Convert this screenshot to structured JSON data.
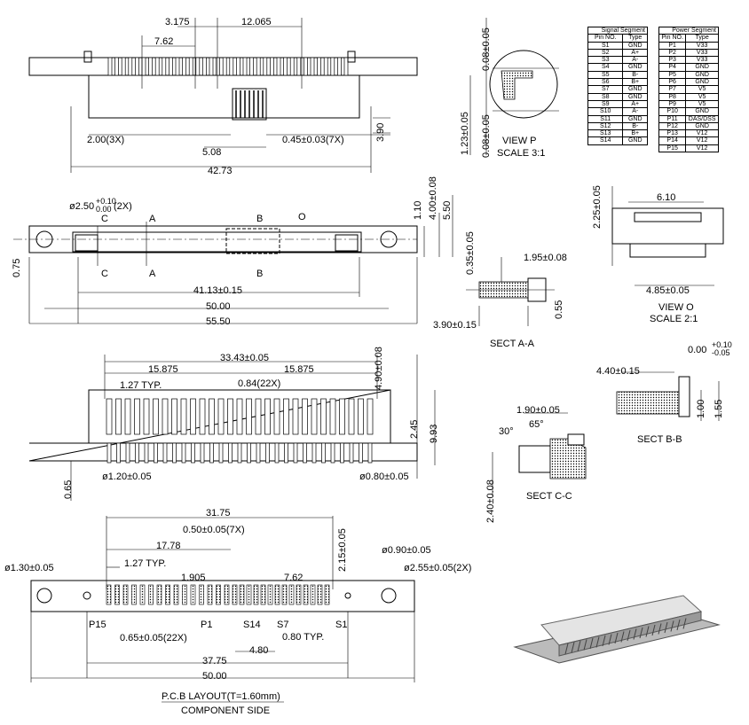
{
  "labels": {
    "top_3175": "3.175",
    "top_12065": "12.065",
    "top_762": "7.62",
    "top_200_3x": "2.00(3X)",
    "top_508": "5.08",
    "top_045": "0.45±0.03(7X)",
    "top_390": "3.90",
    "top_4273": "42.73",
    "vp_008a": "0.08±0.05",
    "vp_123": "1.23±0.05",
    "vp_008b": "0.08±0.05",
    "vp_title": "VIEW P",
    "vp_scale": "SCALE 3:1",
    "fr_hole": "ø2.50",
    "fr_hole_tol_up": "+0.10",
    "fr_hole_tol_dn": "0.00",
    "fr_hole_qty": "(2X)",
    "fr_c1": "C",
    "fr_a1": "A",
    "fr_b1": "B",
    "fr_o": "O",
    "fr_c2": "C",
    "fr_a2": "A",
    "fr_b2": "B",
    "fr_110": "1.10",
    "fr_400": "4.00±0.08",
    "fr_550": "5.50",
    "fr_075": "0.75",
    "fr_4113": "41.13±0.15",
    "fr_5000": "50.00",
    "fr_5550": "55.50",
    "vo_225": "2.25±0.05",
    "vo_610": "6.10",
    "vo_485": "4.85±0.05",
    "vo_title": "VIEW O",
    "vo_scale": "SCALE 2:1",
    "sa_035": "0.35±0.05",
    "sa_195": "1.95±0.08",
    "sa_055": "0.55",
    "sa_390": "3.90±0.15",
    "sa_title": "SECT A-A",
    "bv_3343": "33.43±0.05",
    "bv_15875a": "15.875",
    "bv_15875b": "15.875",
    "bv_127": "1.27 TYP.",
    "bv_084": "0.84(22X)",
    "bv_490": "4.90±0.08",
    "bv_245": "2.45",
    "bv_993": "9.93",
    "bv_065": "0.65",
    "bv_120": "ø1.20±0.05",
    "bv_080": "ø0.80±0.05",
    "sb_000": "0.00",
    "sb_tol_up": "+0.10",
    "sb_tol_dn": "-0.05",
    "sb_440": "4.40±0.15",
    "sb_100": "1.00",
    "sb_155": "1.55",
    "sb_title": "SECT B-B",
    "sc_190": "1.90±0.05",
    "sc_30": "30°",
    "sc_65": "65°",
    "sc_240": "2.40±0.08",
    "sc_title": "SECT C-C",
    "pcb_3175": "31.75",
    "pcb_050": "0.50±0.05(7X)",
    "pcb_1778": "17.78",
    "pcb_127": "1.27 TYP.",
    "pcb_1905": "1.905",
    "pcb_762": "7.62",
    "pcb_215": "2.15±0.05",
    "pcb_090": "ø0.90±0.05",
    "pcb_130": "ø1.30±0.05",
    "pcb_255": "ø2.55±0.05(2X)",
    "pcb_p15": "P15",
    "pcb_p1": "P1",
    "pcb_s14": "S14",
    "pcb_s7": "S7",
    "pcb_s1": "S1",
    "pcb_065": "0.65±0.05(22X)",
    "pcb_080": "0.80 TYP.",
    "pcb_480": "4.80",
    "pcb_3775": "37.75",
    "pcb_5000": "50.00",
    "pcb_title": "P.C.B LAYOUT(T=1.60mm)",
    "pcb_sub": "COMPONENT SIDE"
  },
  "signal_table": {
    "title": "Signal Segment",
    "headers": [
      "Pin NO.",
      "Type"
    ],
    "rows": [
      [
        "S1",
        "GND"
      ],
      [
        "S2",
        "A+"
      ],
      [
        "S3",
        "A-"
      ],
      [
        "S4",
        "GND"
      ],
      [
        "S5",
        "B-"
      ],
      [
        "S6",
        "B+"
      ],
      [
        "S7",
        "GND"
      ],
      [
        "S8",
        "GND"
      ],
      [
        "S9",
        "A+"
      ],
      [
        "S10",
        "A-"
      ],
      [
        "S11",
        "GND"
      ],
      [
        "S12",
        "B-"
      ],
      [
        "S13",
        "B+"
      ],
      [
        "S14",
        "GND"
      ]
    ]
  },
  "power_table": {
    "title": "Power Segment",
    "headers": [
      "Pin NO.",
      "Type"
    ],
    "rows": [
      [
        "P1",
        "V33"
      ],
      [
        "P2",
        "V33"
      ],
      [
        "P3",
        "V33"
      ],
      [
        "P4",
        "GND"
      ],
      [
        "P5",
        "GND"
      ],
      [
        "P6",
        "GND"
      ],
      [
        "P7",
        "V5"
      ],
      [
        "P8",
        "V5"
      ],
      [
        "P9",
        "V5"
      ],
      [
        "P10",
        "GND"
      ],
      [
        "P11",
        "DAS/DSS"
      ],
      [
        "P12",
        "GND"
      ],
      [
        "P13",
        "V12"
      ],
      [
        "P14",
        "V12"
      ],
      [
        "P15",
        "V12"
      ]
    ]
  }
}
